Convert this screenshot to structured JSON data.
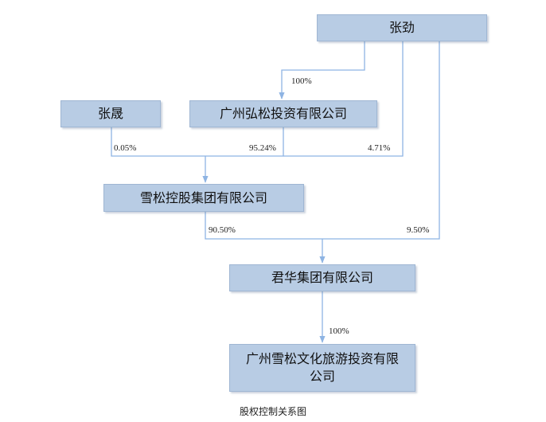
{
  "nodes": {
    "zhang_jin": "张劲",
    "zhang_sheng": "张晟",
    "hongsong": "广州弘松投资有限公司",
    "xuesong_holding": "雪松控股集团有限公司",
    "junhua": "君华集团有限公司",
    "target": "广州雪松文化旅游投资有限公司"
  },
  "edges": {
    "zhang_jin_to_hongsong": "100%",
    "zhang_sheng_to_xuesong": "0.05%",
    "hongsong_to_xuesong": "95.24%",
    "zhang_jin_to_xuesong": "4.71%",
    "xuesong_to_junhua": "90.50%",
    "zhang_jin_to_junhua": "9.50%",
    "junhua_to_target": "100%"
  },
  "caption": "股权控制关系图",
  "colors": {
    "box_fill": "#b8cce4",
    "box_border": "#9fb6d3",
    "line": "#8eb4e3"
  }
}
